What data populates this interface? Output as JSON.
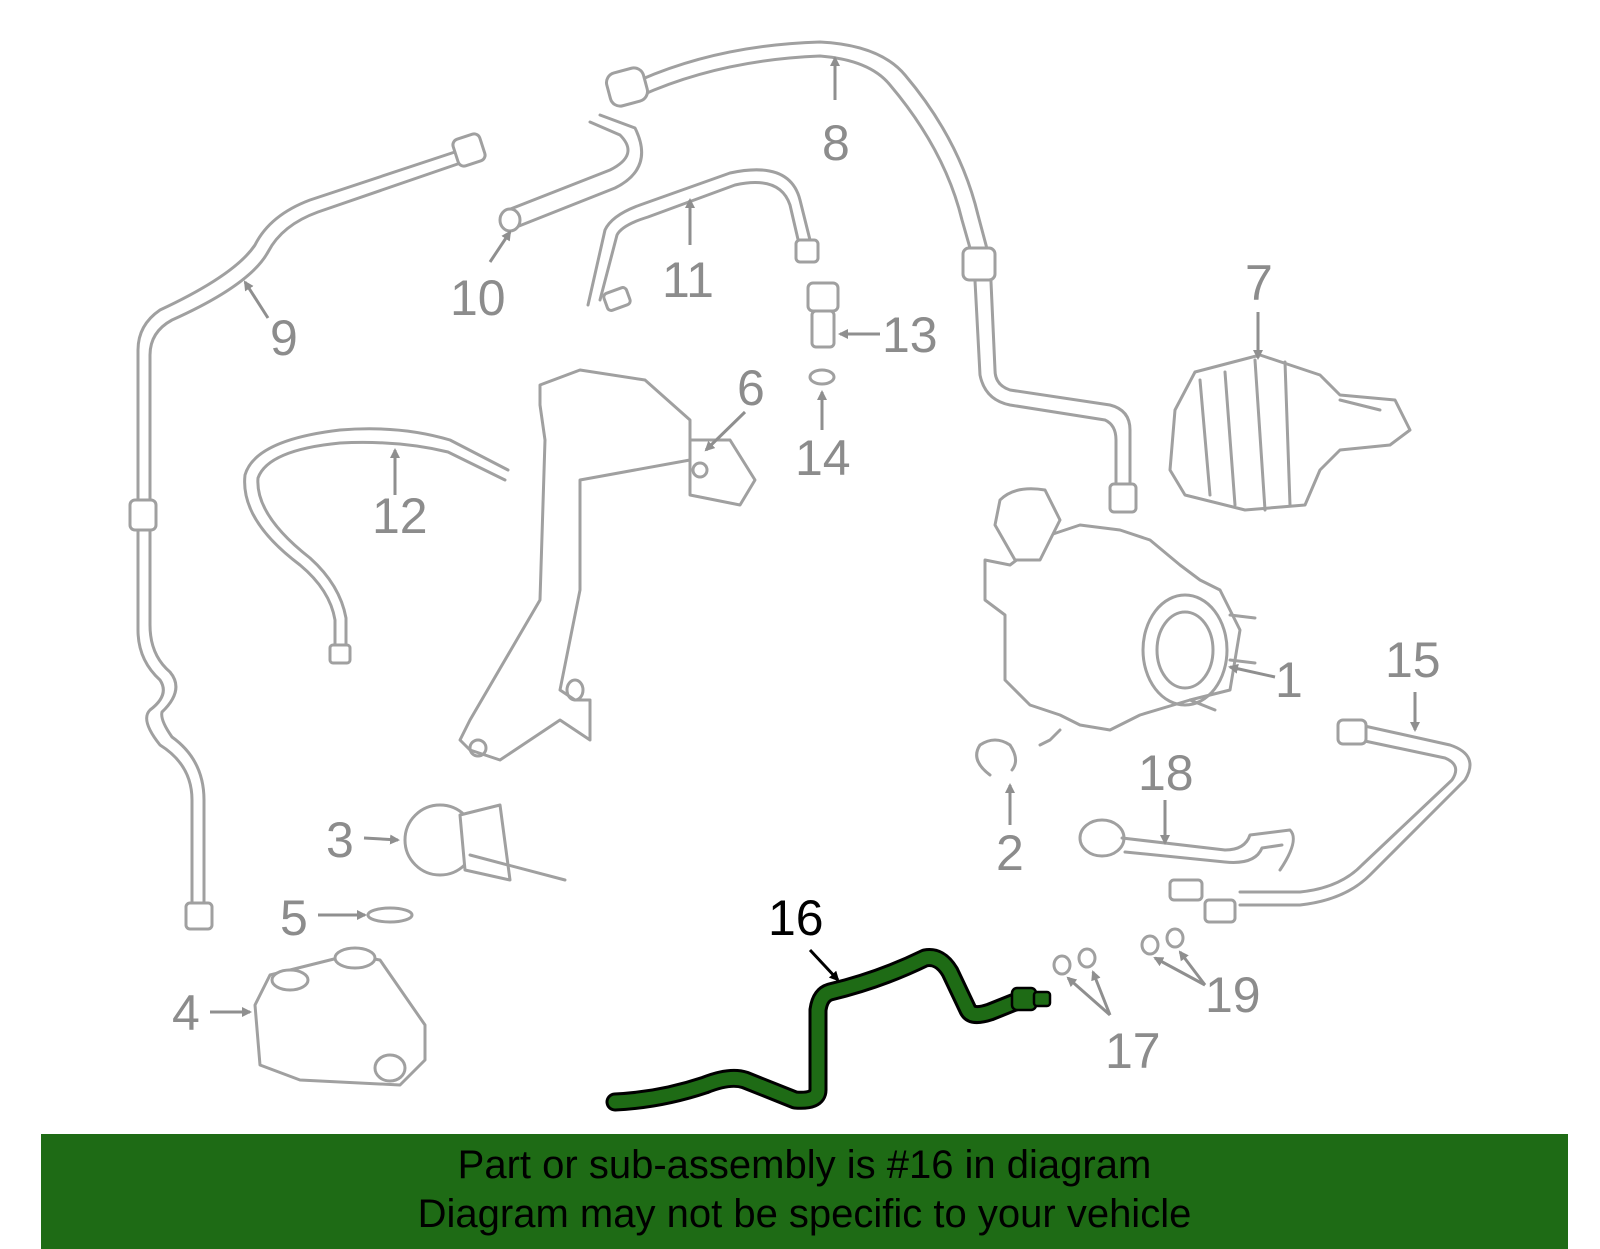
{
  "callouts": {
    "c1": "1",
    "c2": "2",
    "c3": "3",
    "c4": "4",
    "c5": "5",
    "c6": "6",
    "c7": "7",
    "c8": "8",
    "c9": "9",
    "c10": "10",
    "c11": "11",
    "c12": "12",
    "c13": "13",
    "c14": "14",
    "c15": "15",
    "c16": "16",
    "c17": "17",
    "c18": "18",
    "c19": "19"
  },
  "highlight": {
    "part_number": "16",
    "color": "#1e6b15",
    "outline": "#000000"
  },
  "banner": {
    "line1": "Part or sub-assembly is #16 in diagram",
    "line2": "Diagram may not be specific to your vehicle"
  },
  "colors": {
    "lines": "#a0a0a0",
    "labels": "#8c8c8c",
    "background": "#ffffff"
  }
}
